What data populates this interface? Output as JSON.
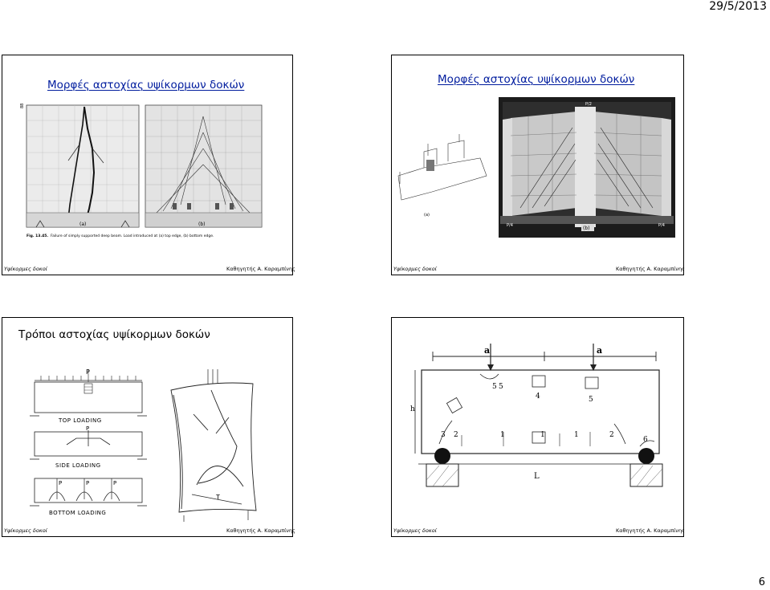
{
  "header": {
    "date": "29/5/2013"
  },
  "page_number": "6",
  "slides": [
    {
      "title": "Μορφές αστοχίας υψίκορμων δοκών",
      "footer_left": "Υψίκορμες δοκοί",
      "footer_right": "Καθηγητής Α. Καραμπίνης",
      "figure": {
        "side_label": "88",
        "fig_number": "Fig. 13.45.",
        "caption": "Failure of simply supported deep beam. Load introduced at (a) top edge, (b) bottom edge.",
        "panel_a": "(a)",
        "panel_b": "(b)"
      }
    },
    {
      "title": "Μορφές αστοχίας υψίκορμων δοκών",
      "footer_left": "Υψίκορμες δοκοί",
      "footer_right": "Καθηγητής Α. Καραμπίνης",
      "figure": {
        "panel_a": "(a)",
        "panel_b": "(b)",
        "left_load": "P/4",
        "right_load": "P/4",
        "top_load": "P/2"
      }
    },
    {
      "title": "Τρόποι αστοχίας υψίκορμων δοκών",
      "footer_left": "Υψίκορμες δοκοί",
      "footer_right": "Καθηγητής Α. Καραμπίνης",
      "figure": {
        "load_p": "P",
        "top_loading": "TOP LOADING",
        "side_loading": "SIDE LOADING",
        "bottom_loading": "BOTTOM LOADING",
        "tension": "T"
      }
    },
    {
      "title": "",
      "footer_left": "Υψίκορμες δοκοί",
      "footer_right": "Καθηγητής Α. Καραμπίνης",
      "figure": {
        "dim_a_left": "a",
        "dim_a_right": "a",
        "dim_h": "h",
        "dim_l": "L",
        "crack_labels": [
          "5",
          "5",
          "4",
          "5",
          "3",
          "2",
          "1",
          "1",
          "1",
          "2",
          "6"
        ]
      }
    }
  ]
}
